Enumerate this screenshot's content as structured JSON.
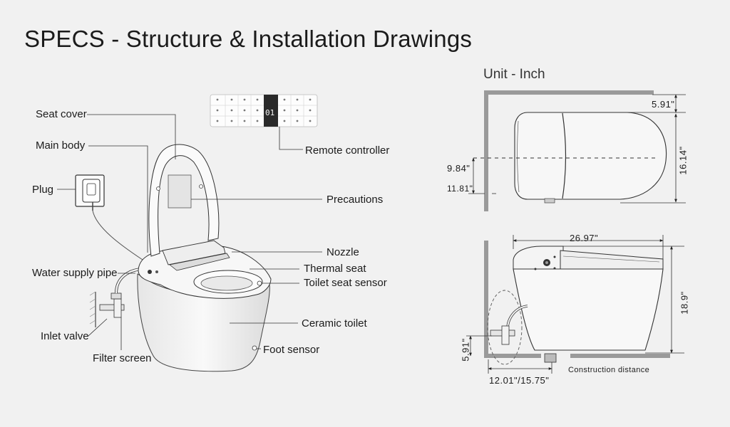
{
  "title": "SPECS - Structure & Installation Drawings",
  "unit": "Unit - Inch",
  "labels": {
    "seat_cover": "Seat cover",
    "main_body": "Main body",
    "plug": "Plug",
    "water_supply_pipe": "Water supply pipe",
    "inlet_valve": "Inlet valve",
    "filter_screen": "Filter screen",
    "remote_controller": "Remote controller",
    "precautions": "Precautions",
    "nozzle": "Nozzle",
    "thermal_seat": "Thermal seat",
    "toilet_seat_sensor": "Toilet seat sensor",
    "ceramic_toilet": "Ceramic toilet",
    "foot_sensor": "Foot sensor"
  },
  "dimensions": {
    "top_gap": "5.91\"",
    "depth": "16.14\"",
    "center_offset": "9.84\"",
    "wall_offset": "11.81\"",
    "length": "26.97\"",
    "height": "18.9\"",
    "inlet_height": "5.91\"",
    "rough_in": "12.01\"/15.75\"",
    "construction_distance": "Construction distance"
  },
  "remote": {
    "display": "01"
  }
}
